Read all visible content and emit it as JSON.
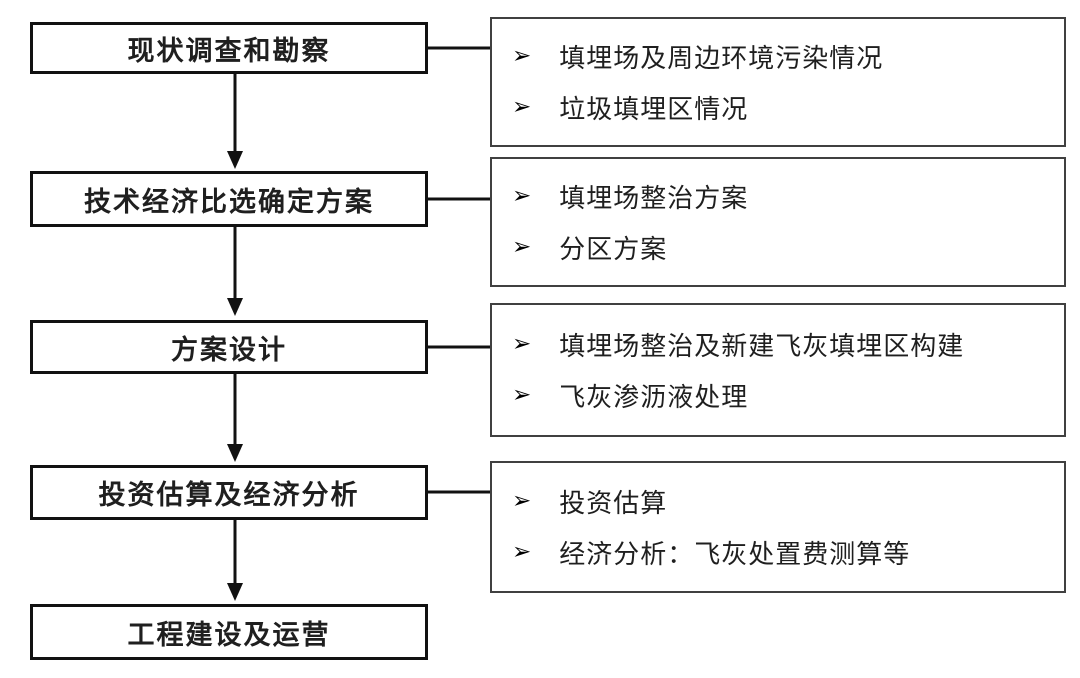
{
  "flowchart": {
    "bullet_icon": "➢",
    "steps": [
      {
        "label": "现状调查和勘察"
      },
      {
        "label": "技术经济比选确定方案"
      },
      {
        "label": "方案设计"
      },
      {
        "label": "投资估算及经济分析"
      },
      {
        "label": "工程建设及运营"
      }
    ],
    "details": [
      {
        "items": [
          "填埋场及周边环境污染情况",
          "垃圾填埋区情况"
        ]
      },
      {
        "items": [
          "填埋场整治方案",
          "分区方案"
        ]
      },
      {
        "items": [
          "填埋场整治及新建飞灰填埋区构建",
          "飞灰渗沥液处理"
        ]
      },
      {
        "items": [
          "投资估算",
          "经济分析：飞灰处置费测算等"
        ]
      }
    ]
  },
  "colors": {
    "step_border": "#111111",
    "detail_border": "#404040",
    "text": "#1f1f1f",
    "background": "#ffffff"
  }
}
